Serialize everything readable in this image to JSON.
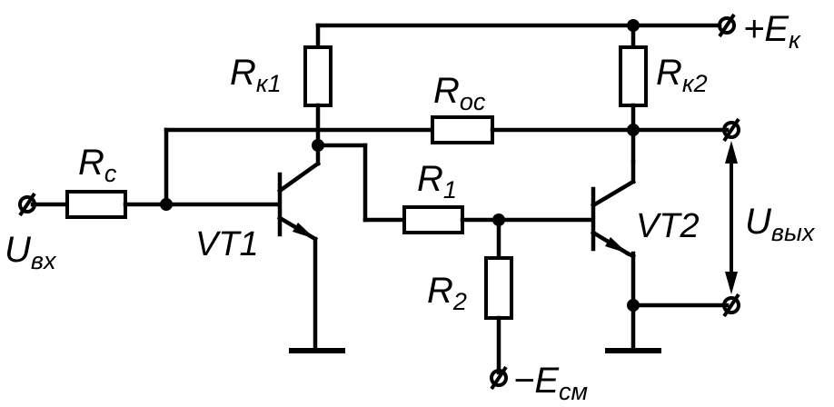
{
  "labels": {
    "rc": {
      "main": "R",
      "sub": "c"
    },
    "rk1": {
      "main": "R",
      "sub": "к1"
    },
    "roc": {
      "main": "R",
      "sub": "oc"
    },
    "rk2": {
      "main": "R",
      "sub": "к2"
    },
    "r1": {
      "main": "R",
      "sub": "1"
    },
    "r2": {
      "main": "R",
      "sub": "2"
    },
    "vt1": "VT1",
    "vt2": "VT2",
    "uin": {
      "main": "U",
      "sub": "вх"
    },
    "uout": {
      "main": "U",
      "sub": "вых"
    },
    "supply_pos": {
      "main": "+E",
      "sub": "к"
    },
    "supply_neg": {
      "main": "−E",
      "sub": "см"
    }
  }
}
